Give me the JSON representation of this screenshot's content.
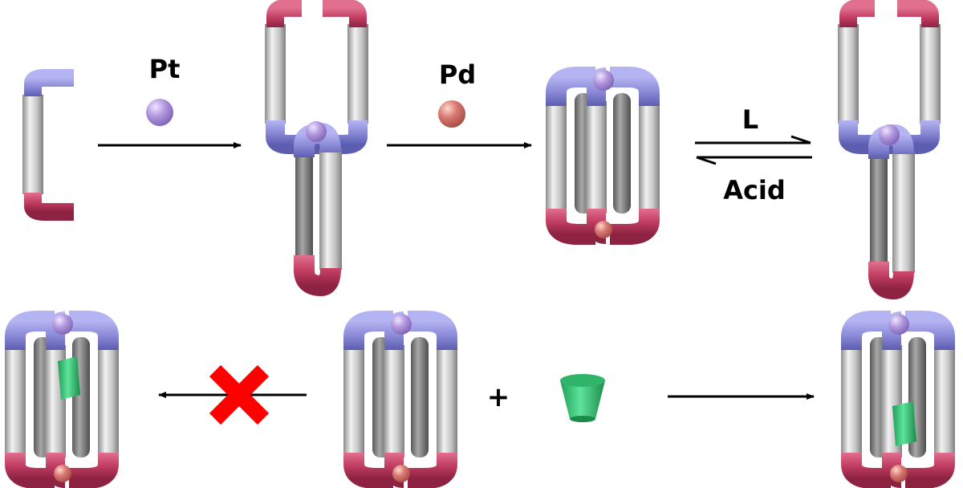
{
  "labels": {
    "pt": "Pt",
    "pd": "Pd",
    "ligand": "L",
    "acid": "Acid",
    "plus": "+"
  },
  "colors": {
    "tube_gray": "#c9c9c9",
    "tube_blue": "#8a8ad8",
    "tube_red": "#c23e62",
    "pt_sphere": "#b59ae0",
    "pd_sphere": "#d97a72",
    "guest_green": "#3cc37a",
    "block_x": "#ff0000",
    "arrow": "#000000"
  },
  "icons": {
    "pt_atom": "sphere-icon",
    "pd_atom": "sphere-icon",
    "guest": "truncated-cone-icon",
    "blocked": "cross-icon"
  }
}
